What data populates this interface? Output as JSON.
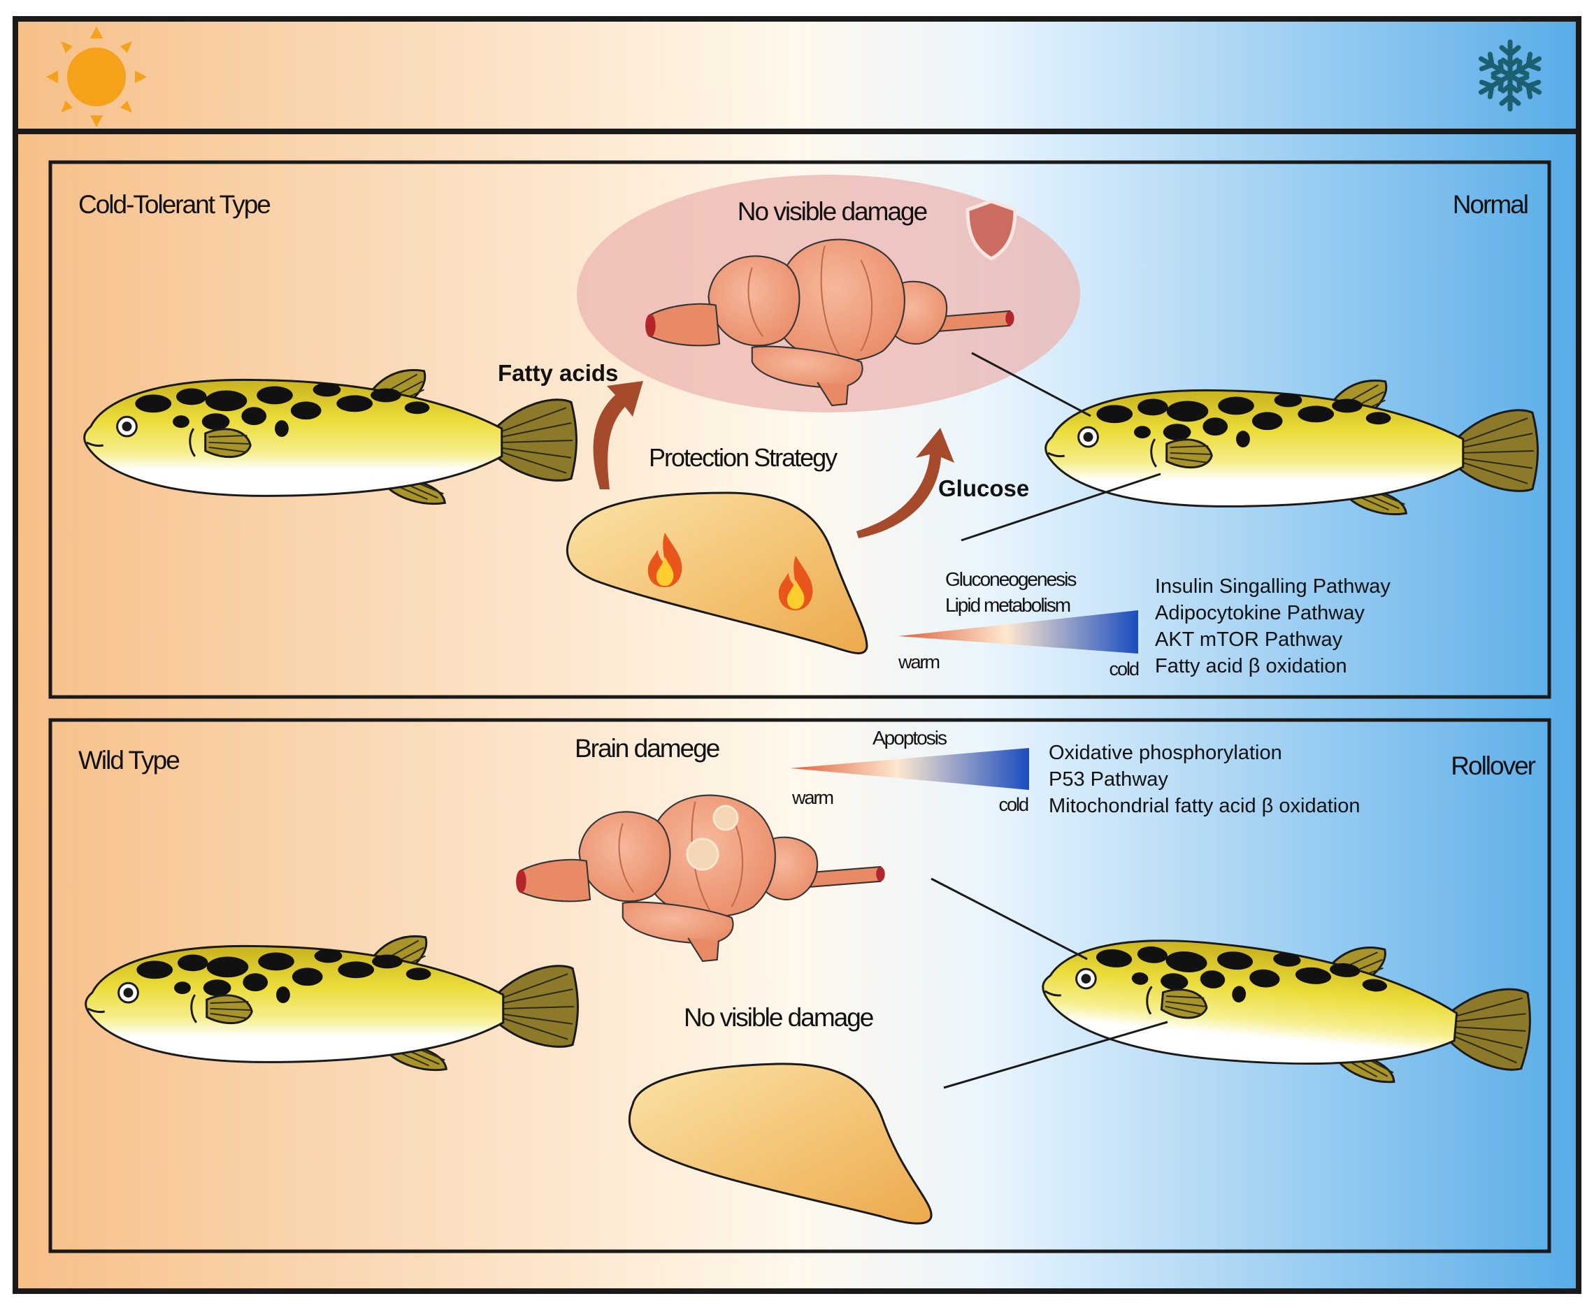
{
  "colors": {
    "warm": "#f6c08a",
    "neutral": "#fff7ea",
    "cold": "#5aaee9",
    "frame": "#1a1a1a",
    "sun": "#f5a11a",
    "snowflake": "#1a6070",
    "fish_body": "#e7d836",
    "fish_spots": "#111111",
    "brain": "#ec9a78",
    "liver": "#f1bd5c",
    "arrow": "#a64a2c",
    "gradient_blue": "#1a4cbf",
    "gradient_red": "#e0603c"
  },
  "icons": {
    "sun": "sun-icon",
    "snowflake": "snowflake-icon",
    "shield": "shield-icon",
    "flame": "flame-icon"
  },
  "top_panel": {
    "type_label": "Cold-Tolerant Type",
    "outcome": "Normal",
    "brain_caption": "No visible damage",
    "strategy": "Protection Strategy",
    "fatty_acids": "Fatty acids",
    "glucose": "Glucose",
    "process_1": "Gluconeogenesis",
    "process_2": "Lipid metabolism",
    "warm_label": "warm",
    "cold_label": "cold",
    "pathways": [
      "Insulin Singalling Pathway",
      "Adipocytokine Pathway",
      "AKT mTOR Pathway",
      "Fatty acid β oxidation"
    ]
  },
  "bottom_panel": {
    "type_label": "Wild Type",
    "outcome": "Rollover",
    "brain_caption": "Brain damege",
    "liver_caption": "No visible damage",
    "process_1": "Apoptosis",
    "warm_label": "warm",
    "cold_label": "cold",
    "pathways": [
      "Oxidative phosphorylation",
      "P53 Pathway",
      "Mitochondrial fatty acid β oxidation"
    ]
  }
}
